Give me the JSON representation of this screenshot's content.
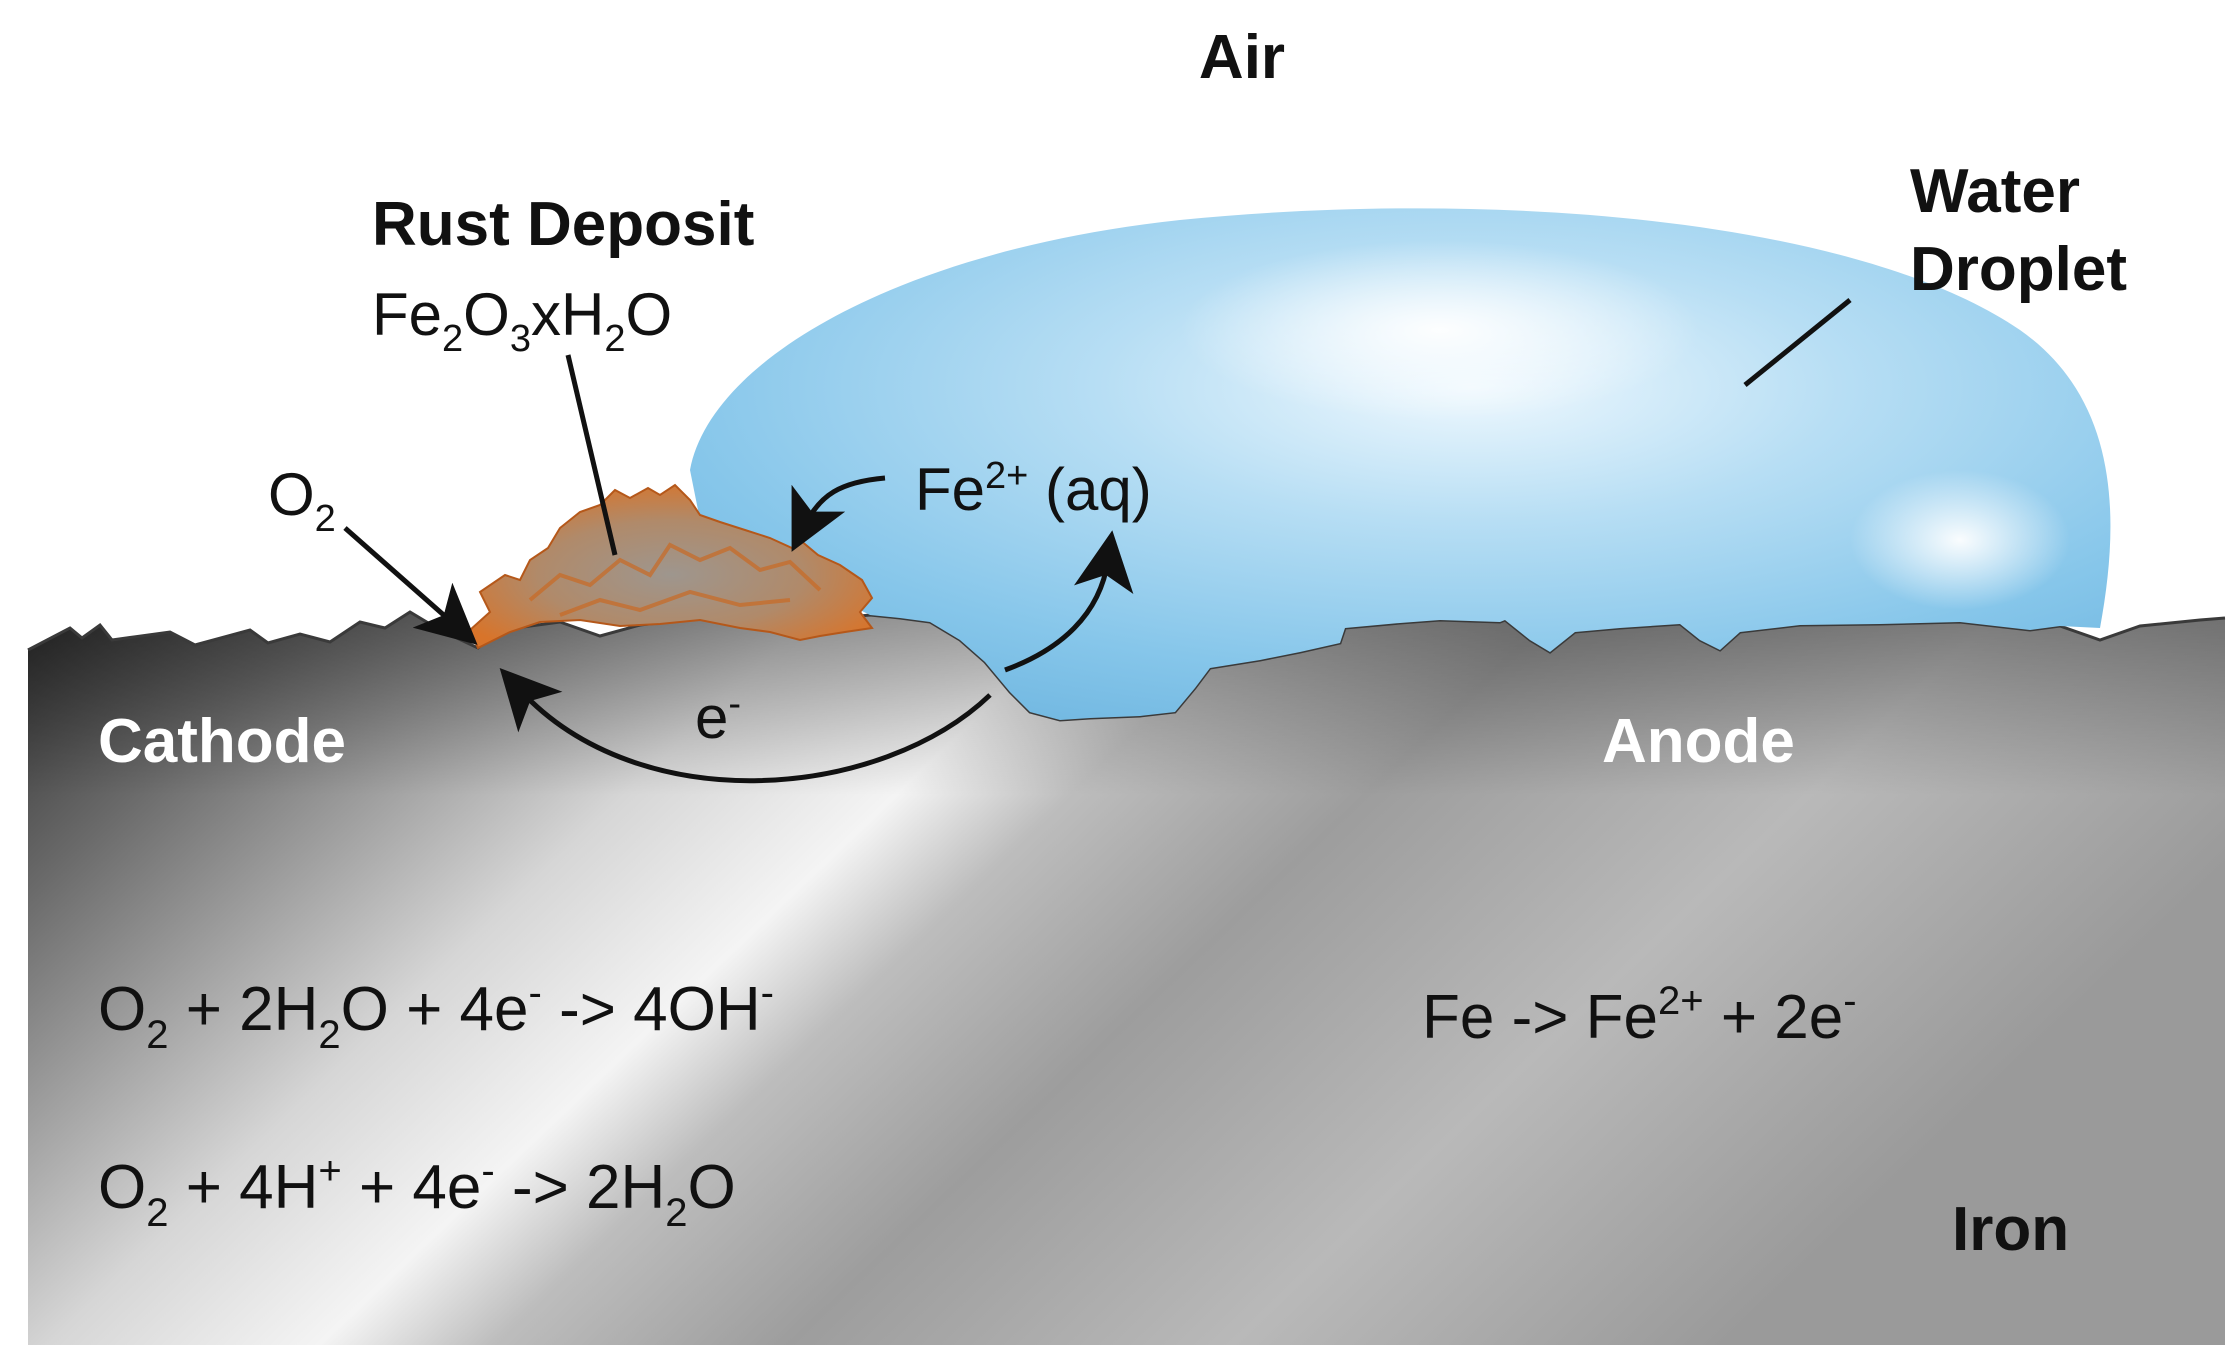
{
  "labels": {
    "air": "Air",
    "water_droplet_line1": "Water",
    "water_droplet_line2": "Droplet",
    "rust_deposit": "Rust Deposit",
    "rust_formula": {
      "p1": "Fe",
      "s1": "2",
      "p2": "O",
      "s2": "3",
      "p3": "xH",
      "s3": "2",
      "p4": "O"
    },
    "o2": {
      "base": "O",
      "sub": "2"
    },
    "fe2_aq": {
      "base": "Fe",
      "sup": "2+",
      "tail": " (aq)"
    },
    "electron": {
      "base": "e",
      "sup": "-"
    },
    "cathode": "Cathode",
    "anode": "Anode",
    "iron": "Iron"
  },
  "equations": {
    "cathode_eq1": {
      "p1": "O",
      "s1": "2",
      "p2": " + 2H",
      "s2": "2",
      "p3": "O + 4e",
      "sup1": "-",
      "p4": " -> 4OH",
      "sup2": "-"
    },
    "cathode_eq2": {
      "p1": "O",
      "s1": "2",
      "p2": " + 4H",
      "sup1": "+",
      "p3": " + 4e",
      "sup2": "-",
      "p4": " -> 2H",
      "s2": "2",
      "p5": "O"
    },
    "anode_eq": {
      "p1": "Fe -> Fe",
      "sup1": "2+",
      "p2": " + 2e",
      "sup2": "-"
    }
  },
  "colors": {
    "water": "#8ecbed",
    "water_highlight": "#eaf6fd",
    "iron_dark": "#2b2b2b",
    "iron_light": "#f2f2f2",
    "rust": "#d9782e",
    "rust_inner": "#a89a8f",
    "ink": "#111111",
    "white_label": "#ffffff"
  }
}
